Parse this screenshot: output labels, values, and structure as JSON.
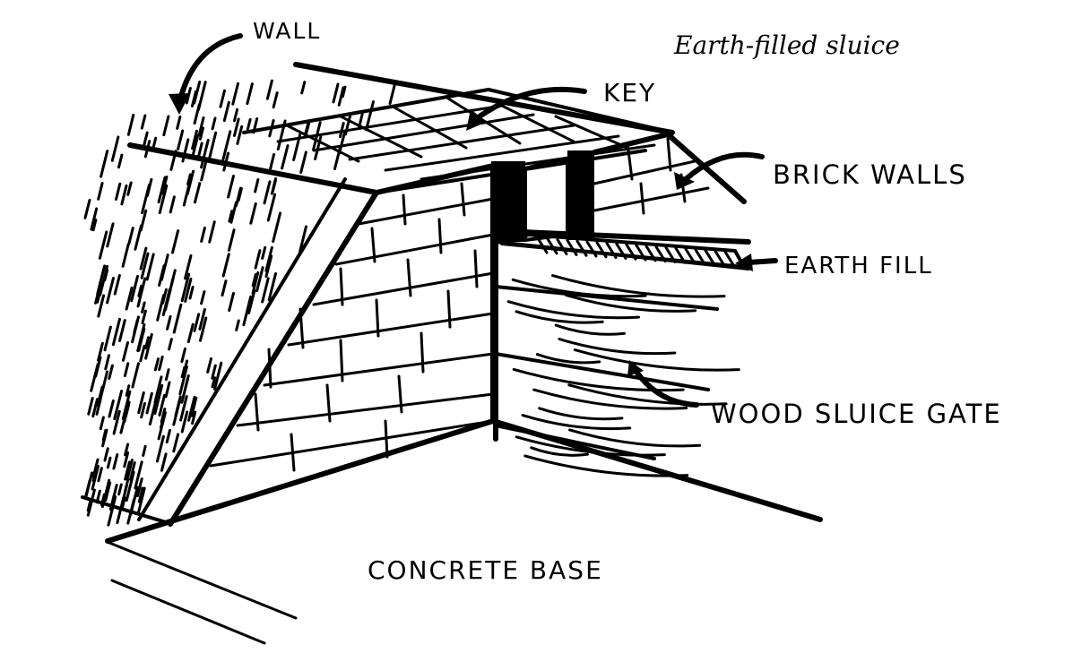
{
  "title": "Earth-filled sluice",
  "labels": {
    "wall": "WALL",
    "key": "KEY",
    "brick_walls": "BRICK WALLS",
    "earth_fill": "EARTH FILL",
    "wood_sluice_gate": "WOOD SLUICE GATE",
    "concrete_base": "CONCRETE BASE"
  },
  "colors": {
    "ink": "#000000",
    "paper": "#ffffff"
  }
}
